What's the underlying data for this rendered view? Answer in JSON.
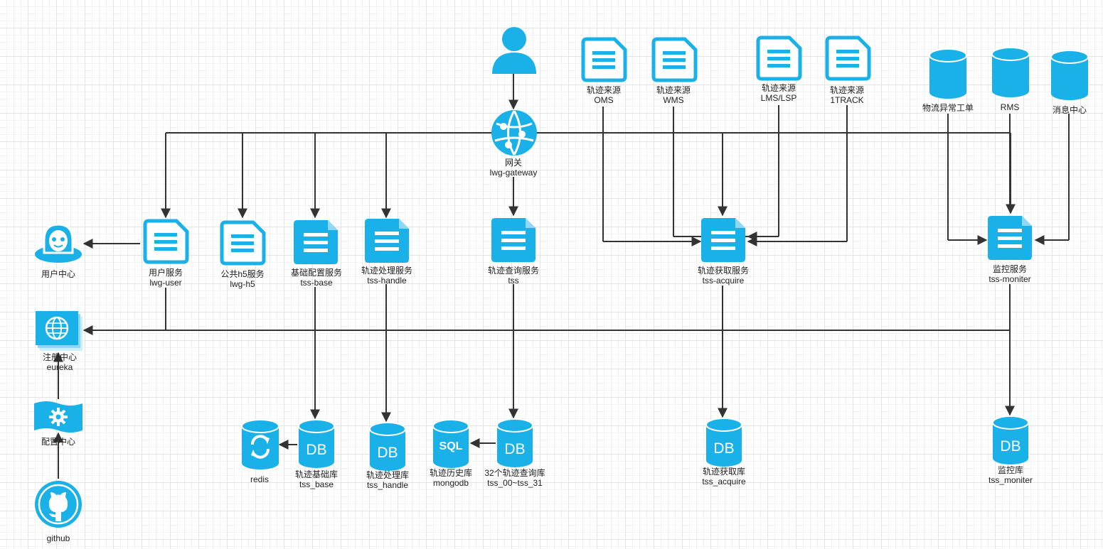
{
  "colors": {
    "accent": "#1ab0e8",
    "line": "#333333",
    "grid": "#e4e4e4"
  },
  "nodes": {
    "user": {
      "icon": "person-icon"
    },
    "gateway": {
      "icon": "network-globe-icon",
      "l1": "网关",
      "l2": "lwg-gateway"
    },
    "oms": {
      "icon": "document-icon",
      "l1": "轨迹来源",
      "l2": "OMS"
    },
    "wms": {
      "icon": "document-icon",
      "l1": "轨迹来源",
      "l2": "WMS"
    },
    "lms": {
      "icon": "document-icon",
      "l1": "轨迹来源",
      "l2": "LMS/LSP"
    },
    "track": {
      "icon": "document-icon",
      "l1": "轨迹来源",
      "l2": "1TRACK"
    },
    "wuliu": {
      "icon": "database-icon",
      "l1": "物流异常工单"
    },
    "rms": {
      "icon": "database-icon",
      "l1": "RMS"
    },
    "xiaoxi": {
      "icon": "database-icon",
      "l1": "消息中心"
    },
    "usercenter": {
      "icon": "user-center-icon",
      "l1": "用户中心"
    },
    "lwguser": {
      "icon": "document-icon",
      "l1": "用户服务",
      "l2": "lwg-user"
    },
    "lwgh5": {
      "icon": "document-icon",
      "l1": "公共h5服务",
      "l2": "lwg-h5"
    },
    "tssbase": {
      "icon": "document-icon",
      "l1": "基础配置服务",
      "l2": "tss-base"
    },
    "tsshandle": {
      "icon": "document-icon",
      "l1": "轨迹处理服务",
      "l2": "tss-handle"
    },
    "tss": {
      "icon": "document-icon",
      "l1": "轨迹查询服务",
      "l2": "tss"
    },
    "acquire": {
      "icon": "document-icon",
      "l1": "轨迹获取服务",
      "l2": "tss-acquire"
    },
    "moniter": {
      "icon": "document-icon",
      "l1": "监控服务",
      "l2": "tss-moniter"
    },
    "eureka": {
      "icon": "registry-globe-icon",
      "l1": "注册中心",
      "l2": "eureka"
    },
    "config": {
      "icon": "gear-icon",
      "l1": "配置中心"
    },
    "github": {
      "icon": "github-icon",
      "l1": "github"
    },
    "redis": {
      "icon": "cache-refresh-icon",
      "l1": "redis"
    },
    "db_base": {
      "icon": "db-icon",
      "text": "DB",
      "l1": "轨迹基础库",
      "l2": "tss_base"
    },
    "db_handle": {
      "icon": "db-icon",
      "text": "DB",
      "l1": "轨迹处理库",
      "l2": "tss_handle"
    },
    "mongo": {
      "icon": "sql-icon",
      "text": "SQL",
      "l1": "轨迹历史库",
      "l2": "mongodb"
    },
    "db_query": {
      "icon": "db-icon",
      "text": "DB",
      "l1": "32个轨迹查询库",
      "l2": "tss_00~tss_31"
    },
    "db_acquire": {
      "icon": "db-icon",
      "text": "DB",
      "l1": "轨迹获取库",
      "l2": "tss_acquire"
    },
    "db_moniter": {
      "icon": "db-icon",
      "text": "DB",
      "l1": "监控库",
      "l2": "tss_moniter"
    }
  }
}
